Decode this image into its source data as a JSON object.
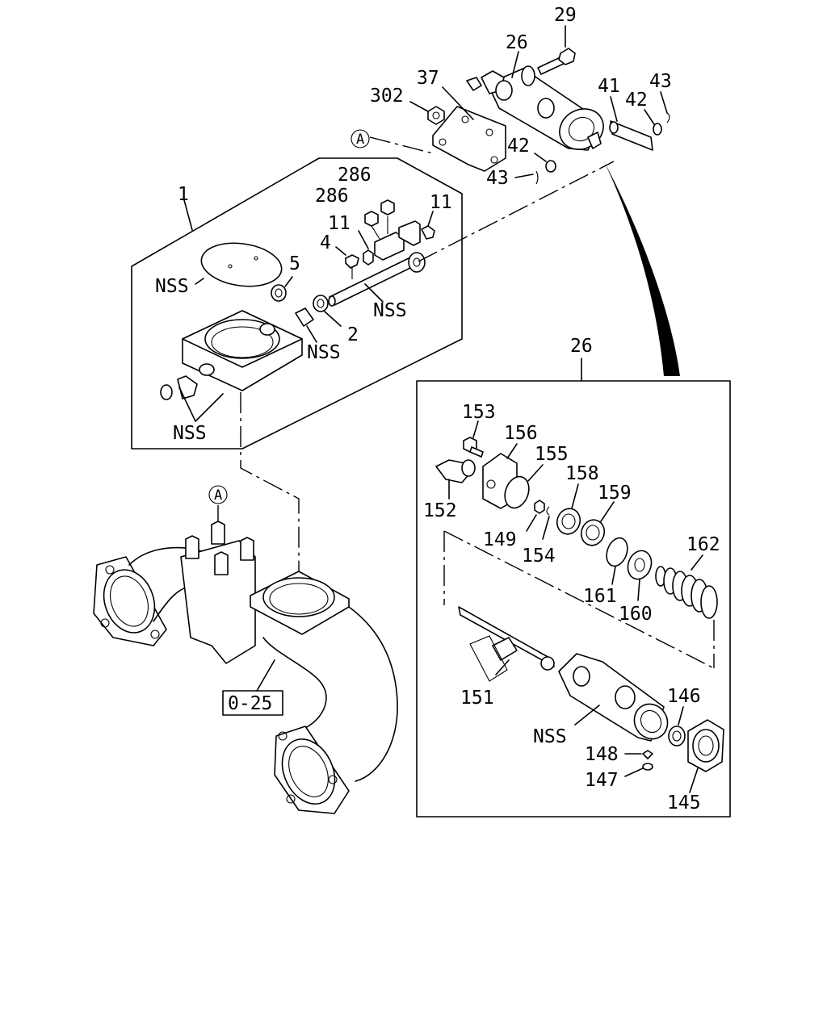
{
  "callouts": {
    "c29": "29",
    "c26_top": "26",
    "c37": "37",
    "c302": "302",
    "c41": "41",
    "c42_top": "42",
    "c43_top": "43",
    "c42_mid": "42",
    "c43_mid": "43",
    "c1": "1",
    "c286_a": "286",
    "c286_b": "286",
    "c11_right": "11",
    "c11_left": "11",
    "c4": "4",
    "c5": "5",
    "c2": "2",
    "nss_plate": "NSS",
    "nss_shaft": "NSS",
    "nss_bushing": "NSS",
    "nss_body": "NSS",
    "c26_inset": "26",
    "c153": "153",
    "c156": "156",
    "c155": "155",
    "c158": "158",
    "c159": "159",
    "c152": "152",
    "c149": "149",
    "c154": "154",
    "c162": "162",
    "c161": "161",
    "c160": "160",
    "c151": "151",
    "c146": "146",
    "nss_cylinder": "NSS",
    "c148": "148",
    "c147": "147",
    "c145": "145"
  },
  "reference_marks": {
    "a_top": "A",
    "a_manifold": "A"
  },
  "reference_box": "0-25"
}
